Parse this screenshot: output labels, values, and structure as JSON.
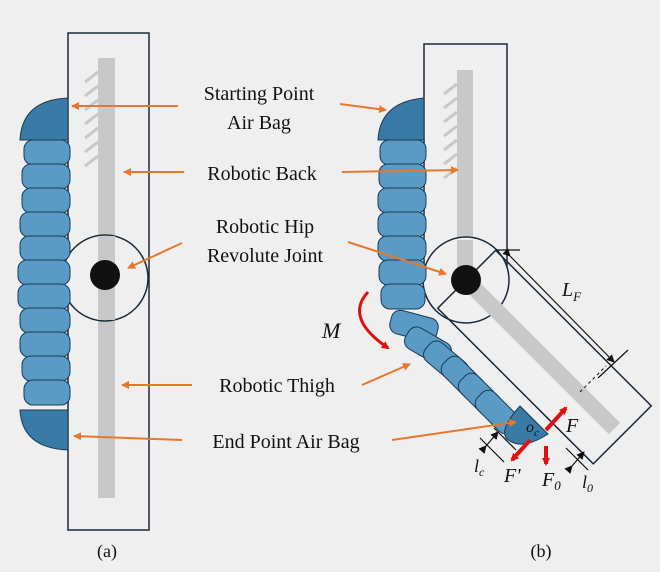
{
  "labels": {
    "starting_point_1": "Starting Point",
    "starting_point_2": "Air Bag",
    "robotic_back": "Robotic Back",
    "robotic_hip_1": "Robotic Hip",
    "robotic_hip_2": "Revolute Joint",
    "robotic_thigh": "Robotic Thigh",
    "end_point": "End Point Air Bag"
  },
  "symbols": {
    "moment": "M",
    "length": "L",
    "length_sub": "F",
    "force": "F",
    "force_prime": "F'",
    "force_zero": "F",
    "force_zero_sub": "0",
    "center": "o",
    "center_sub": "c",
    "lc": "l",
    "lc_sub": "c",
    "l0": "l",
    "l0_sub": "0"
  },
  "captions": {
    "a": "(a)",
    "b": "(b)"
  },
  "colors": {
    "airbag": "#5a9bc6",
    "airbag_end": "#3a7aa6",
    "arrow": "#e8772e",
    "force": "#e01010",
    "rail": "#c8c8c8",
    "background": "#efefef"
  }
}
